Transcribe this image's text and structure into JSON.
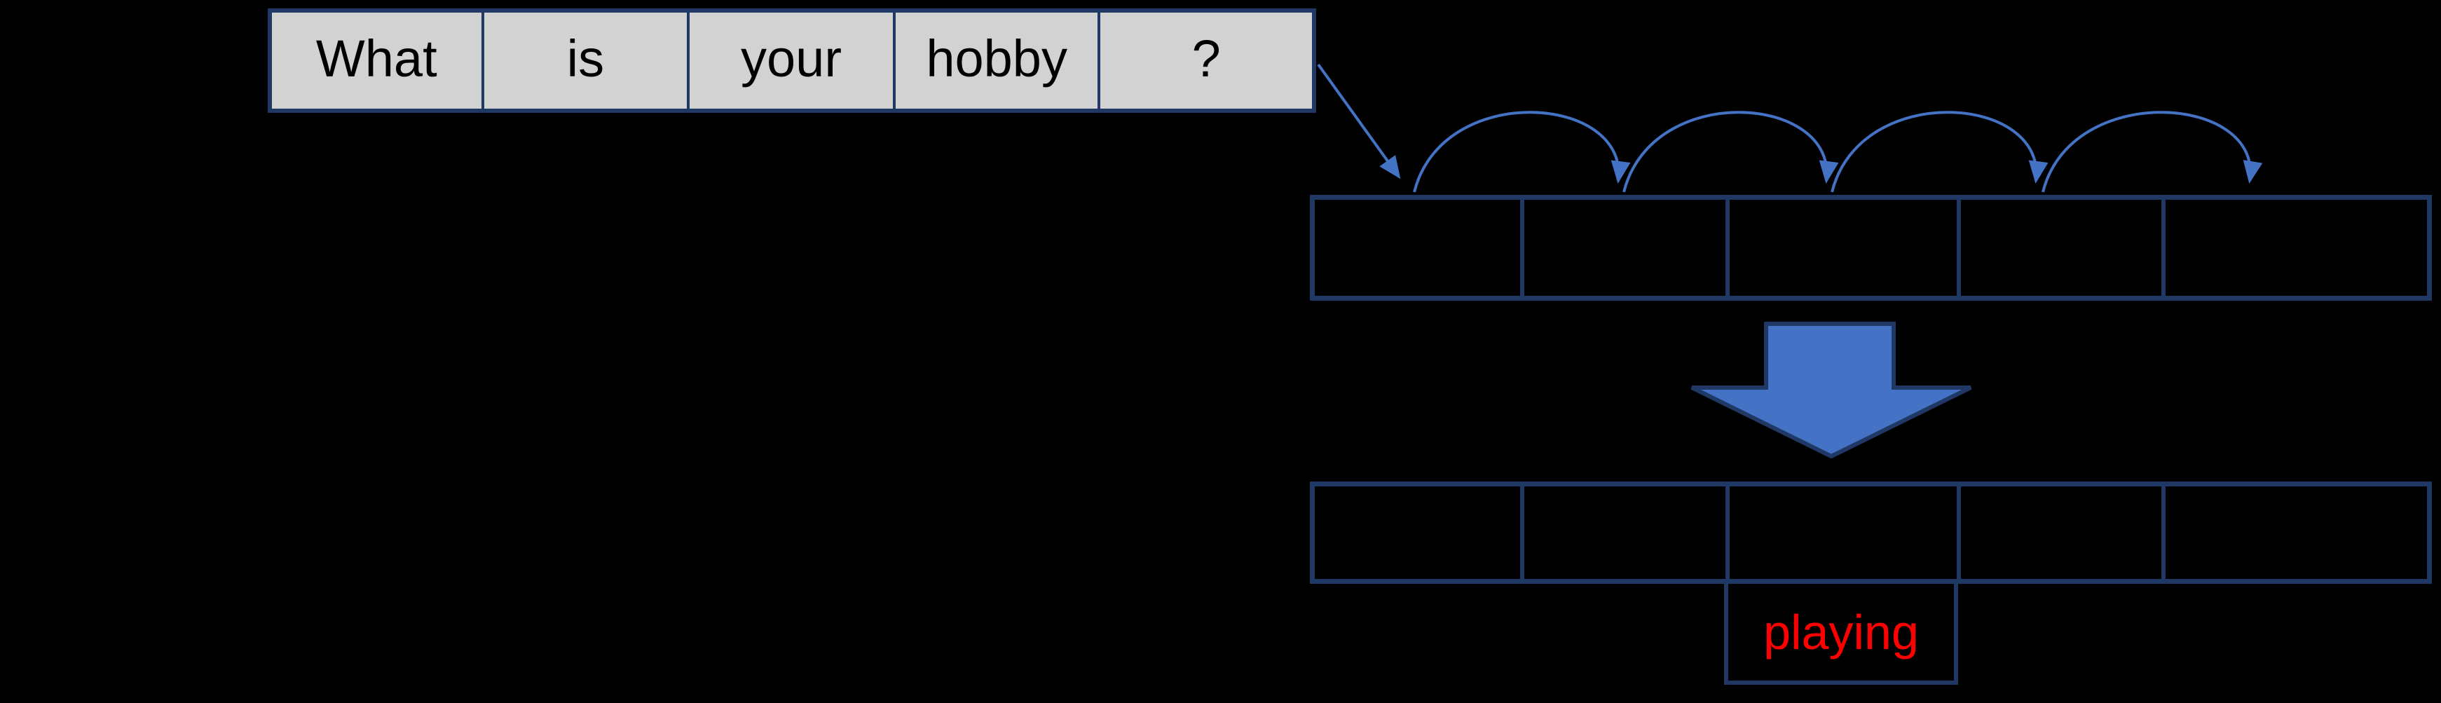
{
  "colors": {
    "background": "#000000",
    "box_border_navy": "#1F3864",
    "arrow_blue": "#4472C4",
    "table_fill_gray": "#D2D2D2",
    "word_text": "#000000",
    "predicted_text_red": "#FF0000"
  },
  "input_sentence": {
    "words": [
      "What",
      "is",
      "your",
      "hobby",
      "?"
    ]
  },
  "hidden_row": {
    "cells": [
      "",
      "",
      "",
      "",
      ""
    ]
  },
  "output_row": {
    "cells": [
      "",
      "",
      "",
      "",
      ""
    ]
  },
  "predicted_word": {
    "label": "playing"
  },
  "icons": {
    "input_arrow": "diagonal-arrow",
    "recurrence_arcs": "hop-arc-arrow-x4",
    "transform_arrow": "block-down-arrow"
  }
}
